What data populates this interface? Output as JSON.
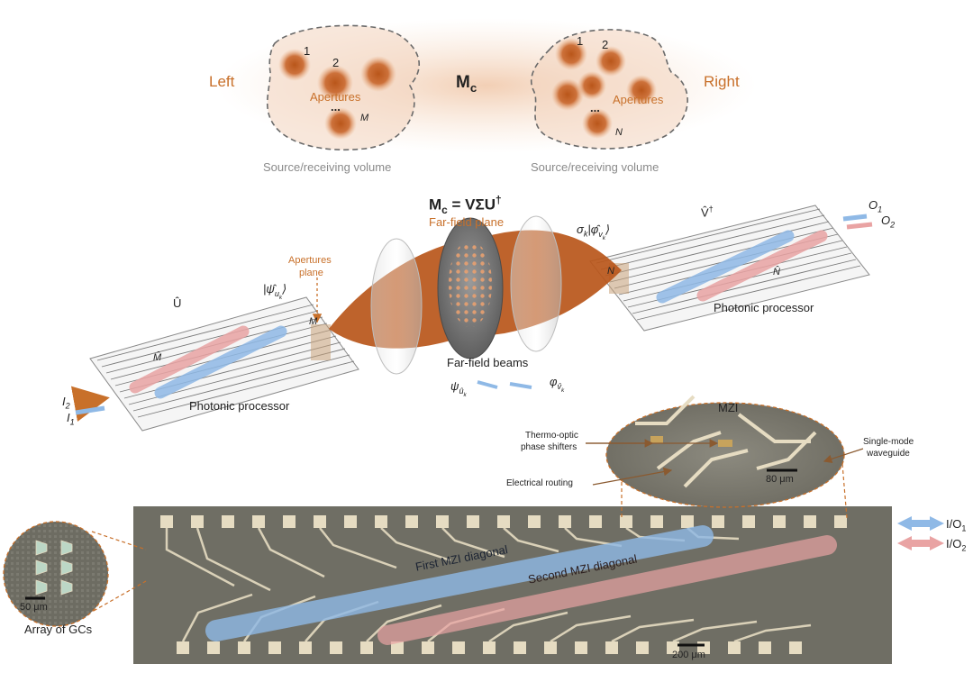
{
  "panel_top": {
    "left_label": "Left",
    "right_label": "Right",
    "center_label": "M",
    "center_sub": "c",
    "left_apertures_label": "Apertures",
    "right_apertures_label": "Apertures",
    "left_index_1": "1",
    "left_index_2": "2",
    "left_index_last": "M",
    "right_index_1": "1",
    "right_index_2": "2",
    "right_index_last": "N",
    "ellipsis": "...",
    "left_volume_caption": "Source/receiving volume",
    "right_volume_caption": "Source/receiving volume"
  },
  "panel_middle": {
    "svd_equation_lhs": "M",
    "svd_equation_lhs_sub": "c",
    "svd_equation_rhs": " = VΣU",
    "svd_equation_sup": "†",
    "far_field_plane_label": "Far-field plane",
    "apertures_plane_label_1": "Apertures",
    "apertures_plane_label_2": "plane",
    "left_operator": "Û",
    "right_operator": "V̂",
    "right_operator_sup": "†",
    "left_ket": "|ψ̂",
    "left_ket_sub": "u",
    "left_ket_subsub": "k",
    "left_ket_close": "⟩",
    "right_ket": "σ",
    "right_ket_sub": "k",
    "right_ket_body": "|φ̂",
    "right_ket_body_sub": "v",
    "right_ket_body_subsub": "k",
    "right_ket_close": "⟩",
    "left_processor_label": "Photonic processor",
    "right_processor_label": "Photonic processor",
    "left_hat_label": "M̂",
    "right_hat_label": "N̂",
    "left_port_label": "M",
    "right_port_label": "N",
    "far_field_beams_label": "Far-field beams",
    "beam_psi": "ψ",
    "beam_psi_sub": "û",
    "beam_psi_subsub": "k",
    "beam_phi": "φ",
    "beam_phi_sub": "v̂",
    "beam_phi_subsub": "k",
    "input_I2": "I",
    "input_I2_sub": "2",
    "input_I1": "I",
    "input_I1_sub": "1",
    "output_O1": "O",
    "output_O1_sub": "1",
    "output_O2": "O",
    "output_O2_sub": "2"
  },
  "panel_bottom": {
    "mzi_title": "MZI",
    "thermo_label_1": "Thermo-optic",
    "thermo_label_2": "phase shifters",
    "electrical_routing_label": "Electrical routing",
    "single_mode_label_1": "Single-mode",
    "single_mode_label_2": "waveguide",
    "mzi_scale": "80 μm",
    "gc_scale": "50 μm",
    "gc_caption": "Array of GCs",
    "first_diagonal": "First MZI diagonal",
    "second_diagonal": "Second MZI diagonal",
    "chip_scale": "200 μm",
    "io1": "I/O",
    "io1_sub": "1",
    "io2": "I/O",
    "io2_sub": "2"
  },
  "colors": {
    "accent_orange": "#c8702a",
    "beam_orange": "#b9561a",
    "blue_path": "#8fb9e6",
    "red_path": "#e9a3a3",
    "chip_bg": "#6f6e64",
    "pad": "#e6dcc2"
  }
}
